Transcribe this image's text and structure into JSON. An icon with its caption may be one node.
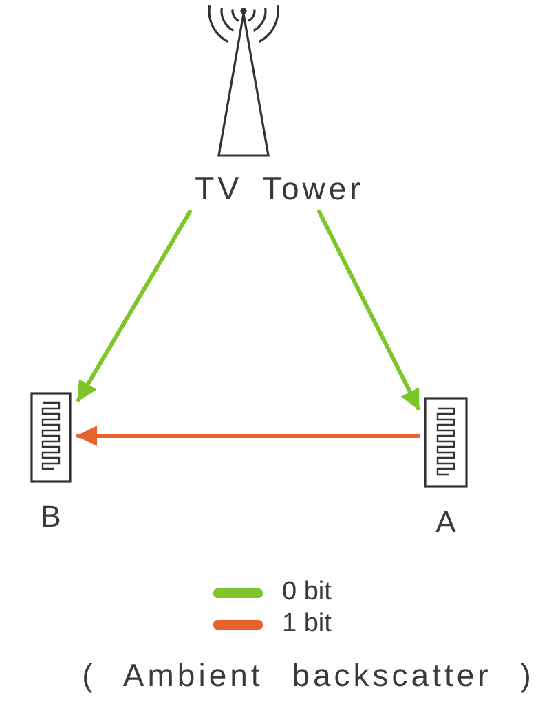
{
  "diagram": {
    "caption": "( Ambient backscatter )",
    "nodes": [
      {
        "text": [
          "TV Tower"
        ]
      },
      {
        "text": [
          "B"
        ]
      },
      {
        "text": [
          "A"
        ]
      }
    ],
    "edges": [
      {
        "from": 0,
        "to": 1,
        "arrow": "to"
      },
      {
        "from": 0,
        "to": 2,
        "arrow": "to"
      },
      {
        "from": 2,
        "to": 1,
        "arrow": "to",
        "color": "#e8622c"
      }
    ],
    "legend": [
      {
        "text": "0 bit",
        "color": "#7cc62b"
      },
      {
        "text": "1 bit",
        "color": "#e8622c"
      }
    ]
  }
}
